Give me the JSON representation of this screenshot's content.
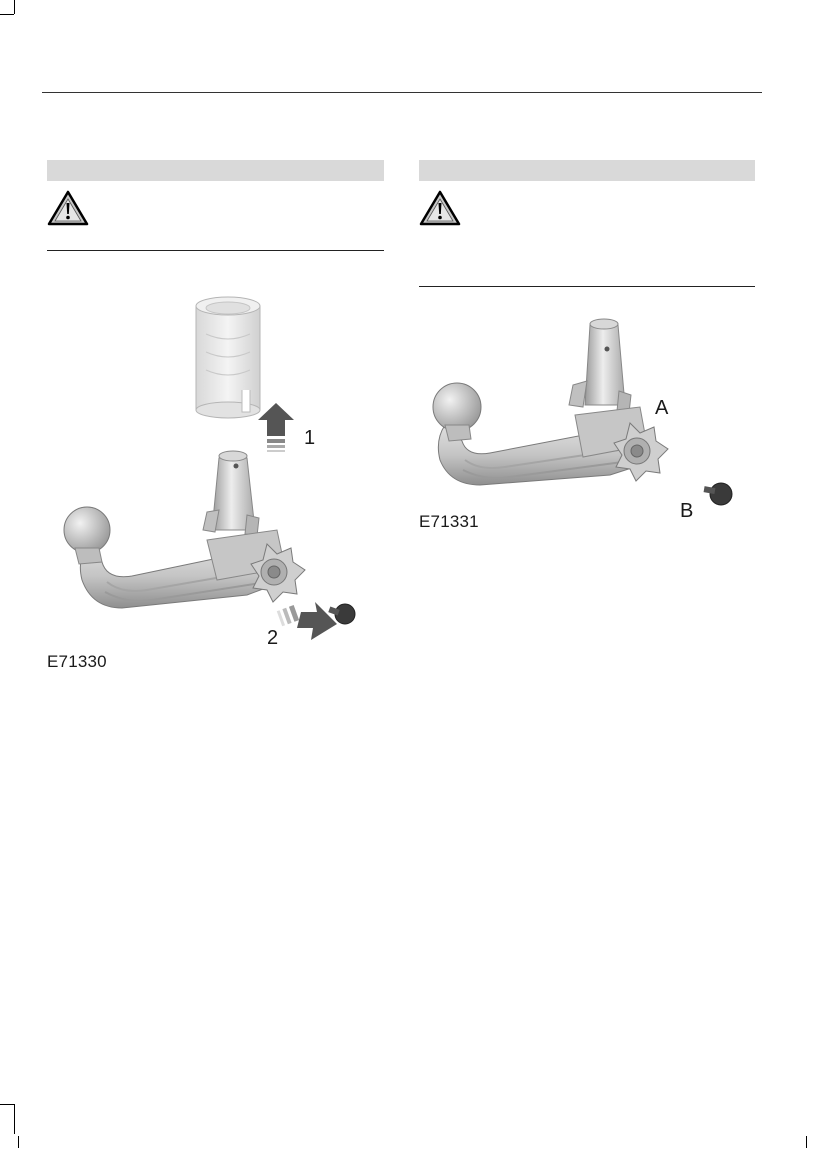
{
  "left_column": {
    "figure": {
      "code": "E71330",
      "callouts": [
        "1",
        "2"
      ]
    }
  },
  "right_column": {
    "figure": {
      "code": "E71331",
      "callouts": [
        "A",
        "B"
      ]
    }
  },
  "icons": {
    "warning": "warning-triangle-icon"
  },
  "colors": {
    "section_bar": "#d9d9d9",
    "warning_icon_fill": "#c8c8c8"
  }
}
